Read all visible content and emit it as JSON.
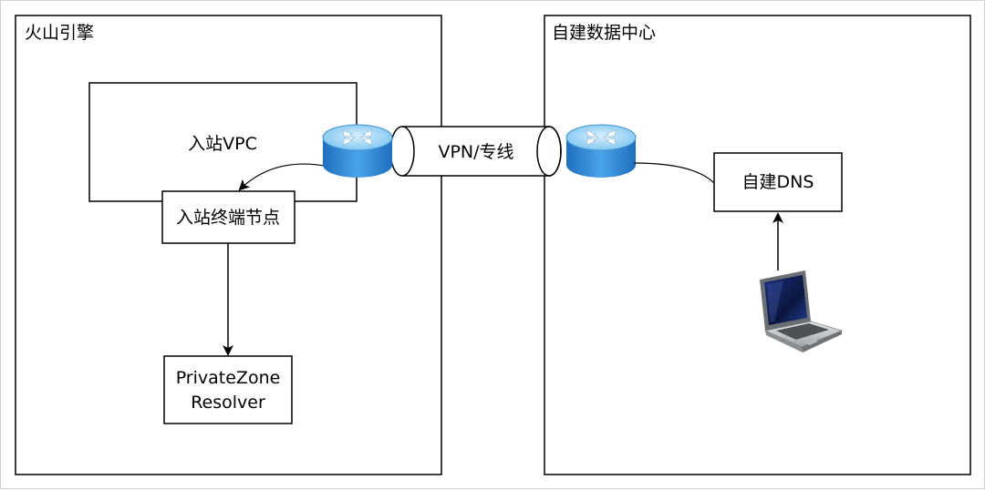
{
  "regions": {
    "volcengine": {
      "title": "火山引擎"
    },
    "datacenter": {
      "title": "自建数据中心"
    }
  },
  "nodes": {
    "inbound_vpc": {
      "label": "入站VPC"
    },
    "inbound_endpoint": {
      "label": "入站终端节点"
    },
    "privatezone_resolver": {
      "line1": "PrivateZone",
      "line2": "Resolver"
    },
    "tunnel": {
      "label": "VPN/专线"
    },
    "self_dns": {
      "label": "自建DNS"
    }
  },
  "icons": {
    "router_left": "router-icon",
    "router_right": "router-icon",
    "laptop": "laptop-icon"
  },
  "colors": {
    "router_top": "#a9d8f5",
    "router_side": "#2f87d4",
    "stroke": "#000000"
  }
}
